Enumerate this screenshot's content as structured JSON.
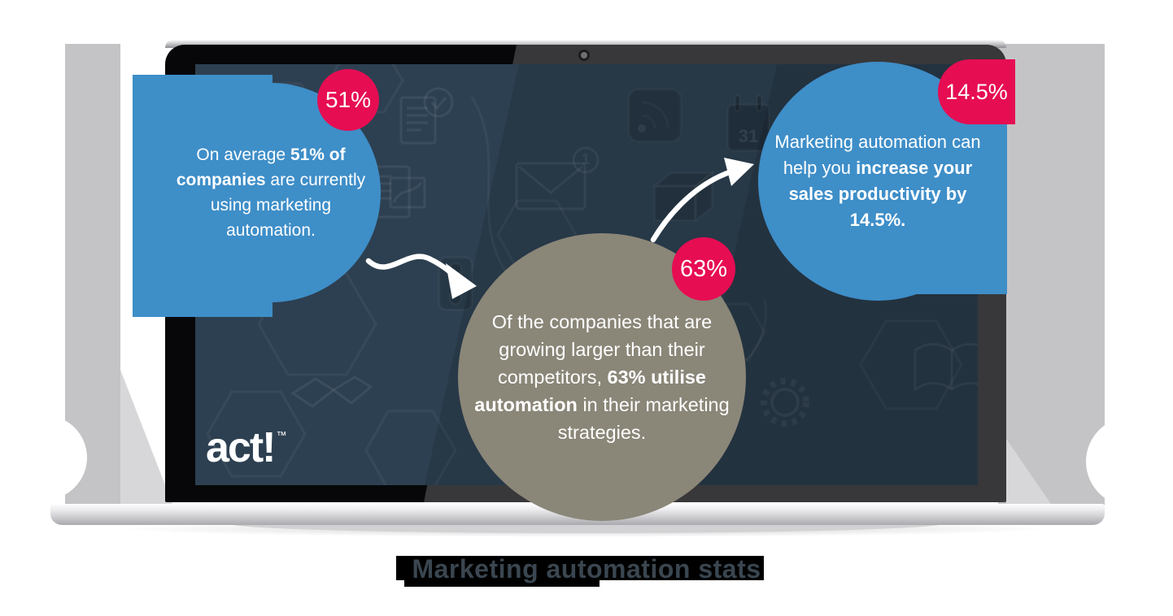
{
  "caption": "Marketing automation stats",
  "brand": {
    "logo_text": "act!",
    "trademark": "™"
  },
  "colors": {
    "bubble_blue": "#3e8ec8",
    "badge_pink": "#e60d53",
    "bubble_taupe": "#8a8678",
    "screen_slate": "#2d4051",
    "caption_text": "#3a4650"
  },
  "stats": [
    {
      "id": "companies-using-automation",
      "badge": "51%",
      "value": 51,
      "segments": [
        {
          "t": "On average ",
          "b": false
        },
        {
          "t": "51% of companies",
          "b": true
        },
        {
          "t": " are currently using marketing automation.",
          "b": false
        }
      ]
    },
    {
      "id": "growing-companies-utilise",
      "badge": "63%",
      "value": 63,
      "segments": [
        {
          "t": "Of the companies that are growing larger than their competitors, ",
          "b": false
        },
        {
          "t": "63% utilise automation",
          "b": true
        },
        {
          "t": " in their marketing strategies.",
          "b": false
        }
      ]
    },
    {
      "id": "sales-productivity-increase",
      "badge": "14.5%",
      "value": 14.5,
      "segments": [
        {
          "t": "Marketing automation can help you ",
          "b": false
        },
        {
          "t": "increase your sales productivity by 14.5%.",
          "b": true
        }
      ]
    }
  ],
  "screen_icons": {
    "calendar_day": "31",
    "envelope_badge": "1",
    "names": [
      "hexagon-pattern",
      "document-check-icon",
      "notebook-chart-icon",
      "envelope-icon",
      "package-box-icon",
      "rss-icon",
      "calendar-icon",
      "traffic-light-icon",
      "handshake-icon",
      "gear-icon",
      "open-book-icon",
      "circle-outline"
    ]
  }
}
